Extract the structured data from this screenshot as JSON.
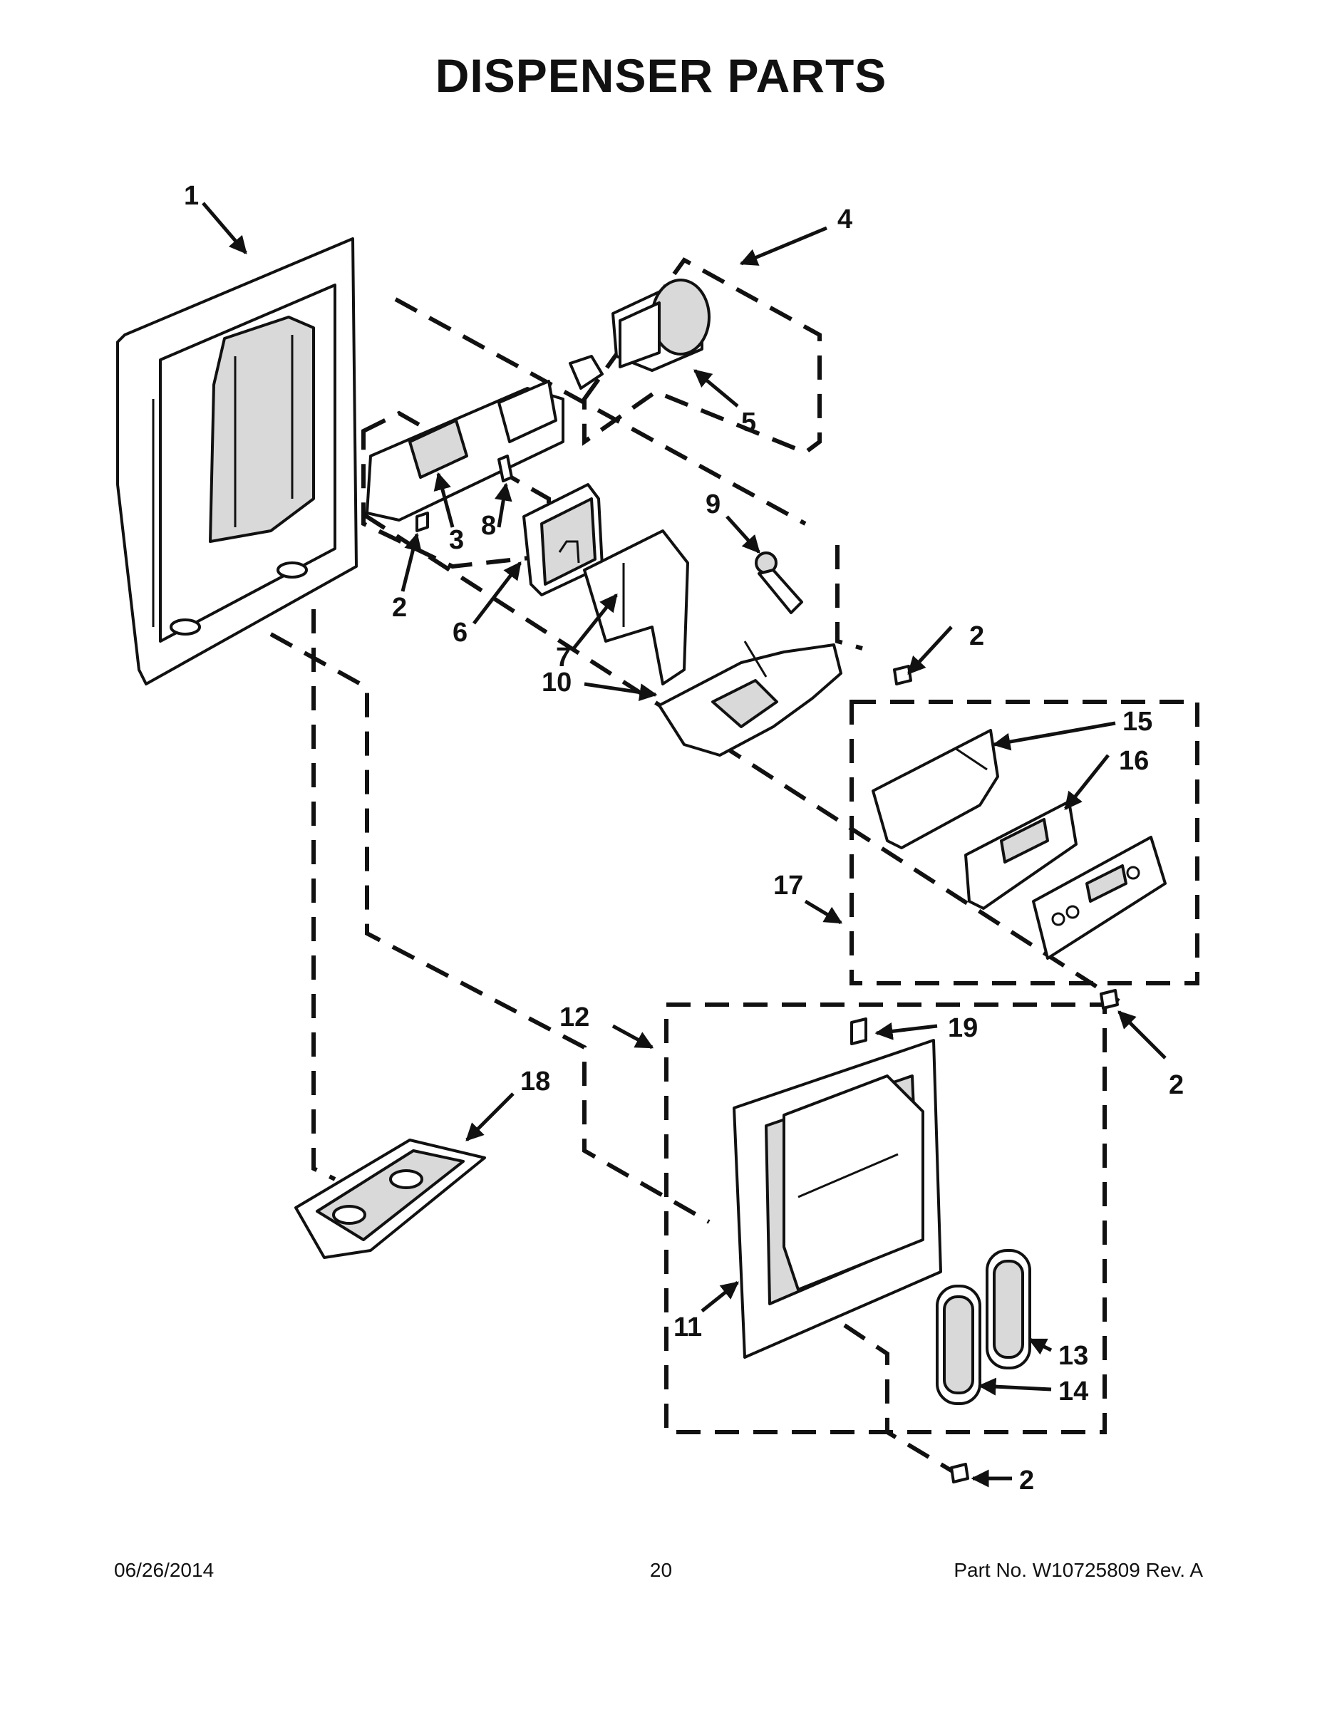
{
  "title": "DISPENSER PARTS",
  "callouts": {
    "c1": "1",
    "c2a": "2",
    "c2b": "2",
    "c2c": "2",
    "c2d": "2",
    "c3": "3",
    "c4": "4",
    "c5": "5",
    "c6": "6",
    "c7": "7",
    "c8": "8",
    "c9": "9",
    "c10": "10",
    "c11": "11",
    "c12": "12",
    "c13": "13",
    "c14": "14",
    "c15": "15",
    "c16": "16",
    "c17": "17",
    "c18": "18",
    "c19": "19"
  },
  "footer": {
    "date": "06/26/2014",
    "page": "20",
    "part": "Part No.  W10725809  Rev.  A"
  }
}
